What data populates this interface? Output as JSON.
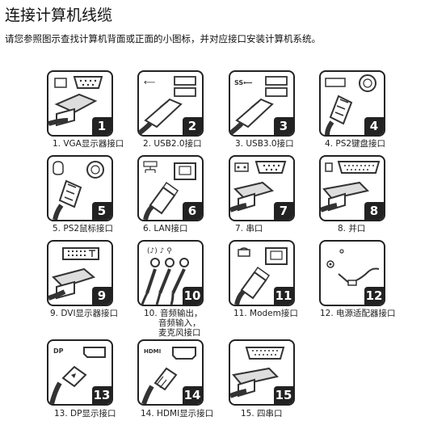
{
  "title": "连接计算机线缆",
  "intro": "请您参照图示查找计算机背面或正面的小图标，并对应接口安装计算机系统。",
  "ports": [
    {
      "num": "1",
      "caption": "1. VGA显示器接口",
      "icon": "vga-connector-icon"
    },
    {
      "num": "2",
      "caption": "2. USB2.0接口",
      "icon": "usb2-connector-icon"
    },
    {
      "num": "3",
      "caption": "3. USB3.0接口",
      "icon": "usb3-connector-icon"
    },
    {
      "num": "4",
      "caption": "4. PS2键盘接口",
      "icon": "ps2-keyboard-connector-icon"
    },
    {
      "num": "5",
      "caption": "5. PS2鼠标接口",
      "icon": "ps2-mouse-connector-icon"
    },
    {
      "num": "6",
      "caption": "6. LAN接口",
      "icon": "lan-connector-icon"
    },
    {
      "num": "7",
      "caption": "7. 串口",
      "icon": "serial-connector-icon"
    },
    {
      "num": "8",
      "caption": "8. 并口",
      "icon": "parallel-connector-icon"
    },
    {
      "num": "9",
      "caption": "9. DVI显示器接口",
      "icon": "dvi-connector-icon"
    },
    {
      "num": "10",
      "caption": "10. 音频输出，",
      "caption2": "音频输入，",
      "caption3": "麦克风接口",
      "icon": "audio-jacks-icon"
    },
    {
      "num": "11",
      "caption": "11. Modem接口",
      "icon": "modem-connector-icon"
    },
    {
      "num": "12",
      "caption": "12. 电源适配器接口",
      "icon": "power-adapter-connector-icon"
    },
    {
      "num": "13",
      "caption": "13. DP显示接口",
      "icon": "displayport-connector-icon",
      "label": "DP"
    },
    {
      "num": "14",
      "caption": "14. HDMI显示接口",
      "icon": "hdmi-connector-icon",
      "label": "HDMI"
    },
    {
      "num": "15",
      "caption": "15. 四串口",
      "icon": "quad-serial-connector-icon"
    }
  ]
}
